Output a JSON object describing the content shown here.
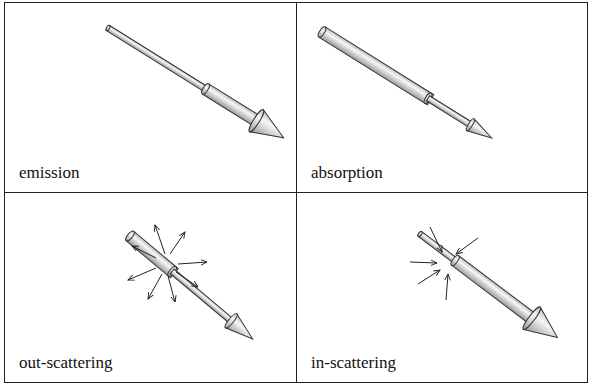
{
  "diagram": {
    "nodes": [
      {
        "text": [
          "emission"
        ]
      },
      {
        "text": [
          "absorption"
        ]
      },
      {
        "text": [
          "out-scattering"
        ]
      },
      {
        "text": [
          "in-scattering"
        ]
      }
    ]
  }
}
